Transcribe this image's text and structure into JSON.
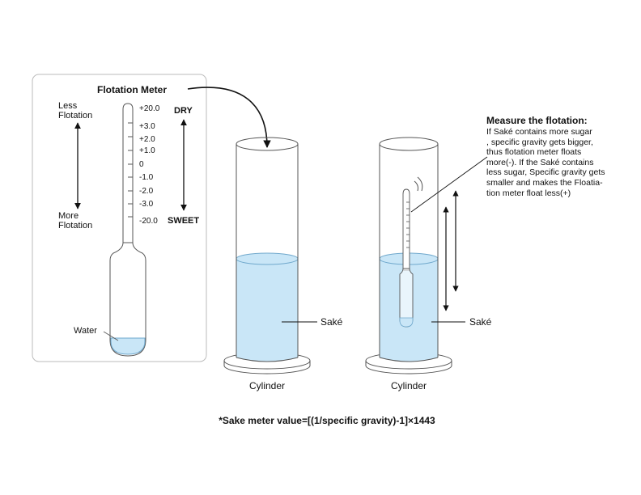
{
  "panel": {
    "title": "Flotation Meter",
    "less_label": [
      "Less",
      "Flotation"
    ],
    "more_label": [
      "More",
      "Flotation"
    ],
    "dry_label": "DRY",
    "sweet_label": "SWEET",
    "water_label": "Water",
    "scale": [
      "+20.0",
      "+3.0",
      "+2.0",
      "+1.0",
      "0",
      "-1.0",
      "-2.0",
      "-3.0",
      "-20.0"
    ]
  },
  "cylinders": {
    "left_liquid_label": "Saké",
    "right_liquid_label": "Saké",
    "left_base_label": "Cylinder",
    "right_base_label": "Cylinder"
  },
  "explanation": {
    "title": "Measure the flotation:",
    "lines": [
      "If Saké contains more sugar",
      ", specific gravity gets bigger,",
      "thus flotation meter floats",
      "more(-).  If the Saké contains",
      "less sugar, Specific gravity gets",
      "smaller and makes the Floatia-",
      "tion meter float less(+)"
    ]
  },
  "formula": "*Sake meter value=[(1/specific gravity)-1]×1443",
  "colors": {
    "liquid_fill": "#c9e6f7",
    "liquid_stroke": "#6fa8cc",
    "outline": "#555555",
    "panel_border": "#bbbbbb"
  }
}
